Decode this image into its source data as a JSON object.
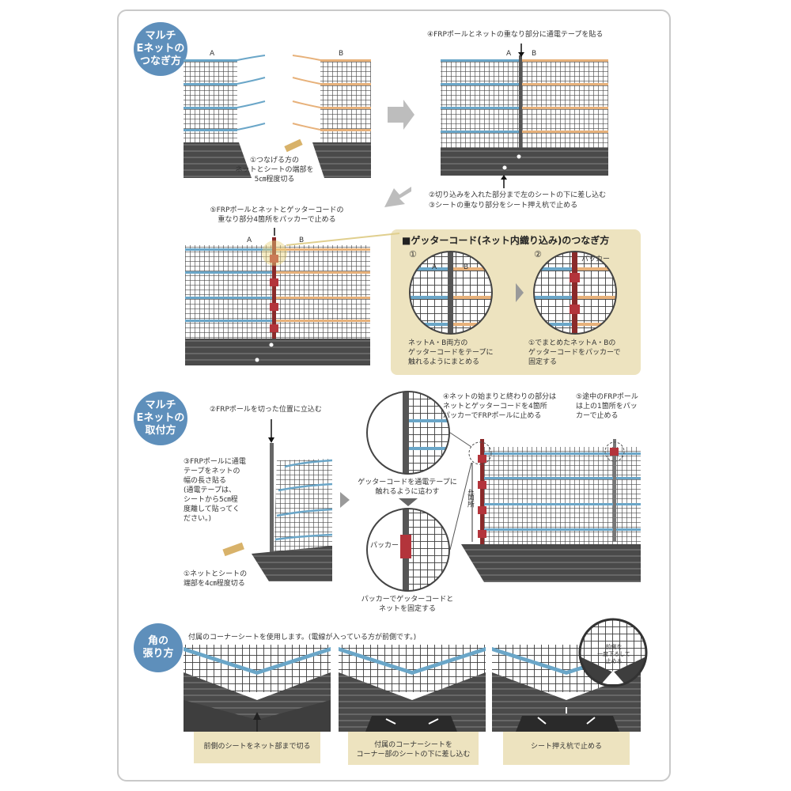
{
  "badges": {
    "join": "マルチ\nEネットの\nつなぎ方",
    "install": "マルチ\nEネットの\n取付方",
    "corner": "角の\n張り方"
  },
  "section1": {
    "net_a": "A",
    "net_b": "B",
    "step1": "①つなげる方の\nネットとシートの端部を\n5㎝程度切る",
    "step4": "④FRPポールとネットの重なり部分に通電テープを貼る",
    "step2": "②切り込みを入れた部分まで左のシートの下に差し込む",
    "step3": "③シートの重なり部分をシート押え杭で止める",
    "step5": "⑤FRPポールとネットとゲッターコードの\n重なり部分4箇所をパッカーで止める"
  },
  "detail": {
    "title": "■ゲッターコード(ネット内織り込み)のつなぎ方",
    "num1": "①",
    "num2": "②",
    "packer": "パッカー",
    "caption1": "ネットA・B両方の\nゲッターコードをテープに\n触れるようにまとめる",
    "caption2": "①でまとめたネットA・Bの\nゲッターコードをパッカーで\n固定する"
  },
  "section2": {
    "step2": "②FRPポールを切った位置に立込む",
    "step3": "③FRPポールに通電\nテープをネットの\n幅の長さ貼る\n(通電テープは、\nシートから5㎝程\n度離して貼ってく\nださい。)",
    "step1": "①ネットとシートの\n端部を4㎝程度切る",
    "mid1": "ゲッターコードを通電テープに\n触れるように這わす",
    "packer": "パッカー",
    "mid2": "パッカーでゲッターコードと\nネットを固定する",
    "step4": "④ネットの始まりと終わりの部分は\nネットとゲッターコードを4箇所\nパッカーでFRPポールに止める",
    "step5": "⑤途中のFRPポール\nは上の1箇所をパッ\nカーで止める",
    "side_label": "4箇所"
  },
  "section3": {
    "intro": "付属のコーナーシートを使用します。(電線が入っている方が前側です。)",
    "cap1": "前側のシートをネット部まで切る",
    "cap2": "付属のコーナーシートを\nコーナー部のシートの下に差し込む",
    "cap3": "シート押え杭で止める",
    "inset": "前側を\n一度下ろして\n止める"
  }
}
